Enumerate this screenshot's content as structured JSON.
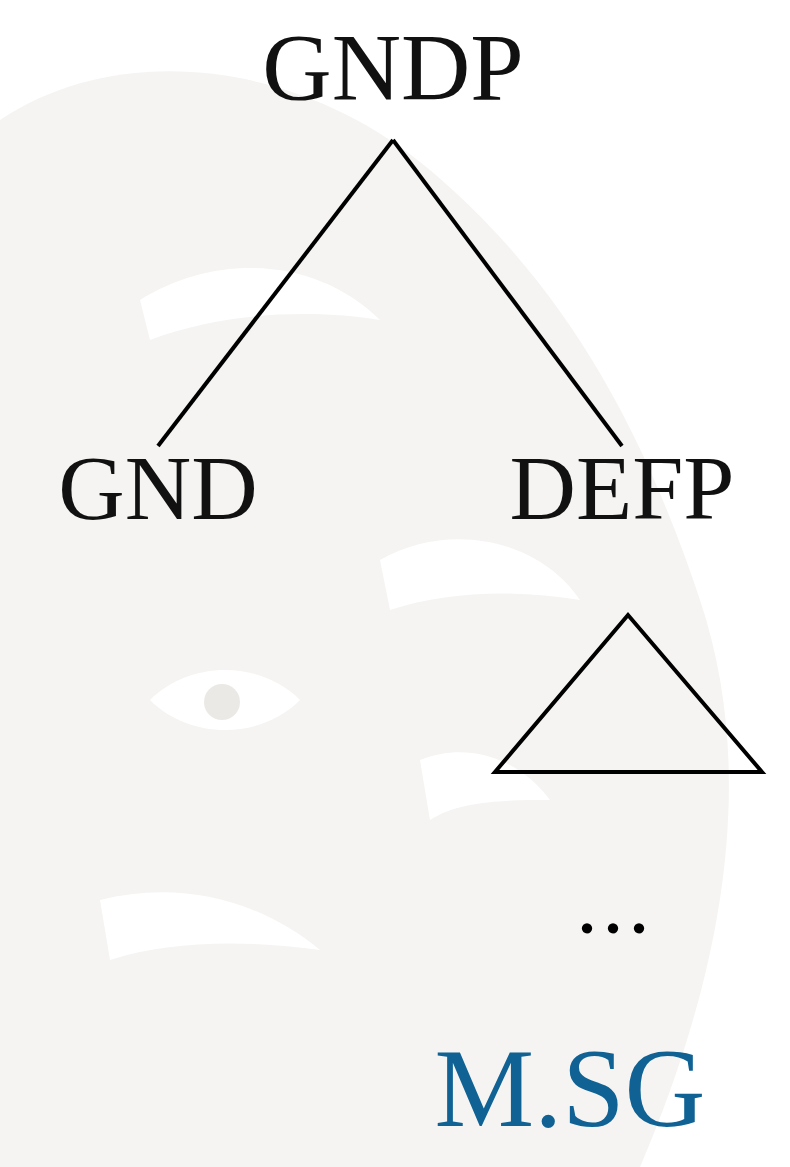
{
  "diagram": {
    "nodes": [
      {
        "text": [
          "GNDP"
        ]
      },
      {
        "text": [
          "GND"
        ]
      },
      {
        "text": [
          "DEFP"
        ]
      }
    ],
    "edges": [
      {
        "from": 0,
        "to": 1,
        "arrow": "none"
      },
      {
        "from": 0,
        "to": 2,
        "arrow": "none"
      }
    ],
    "labels": [
      "...",
      "M.SG"
    ]
  }
}
